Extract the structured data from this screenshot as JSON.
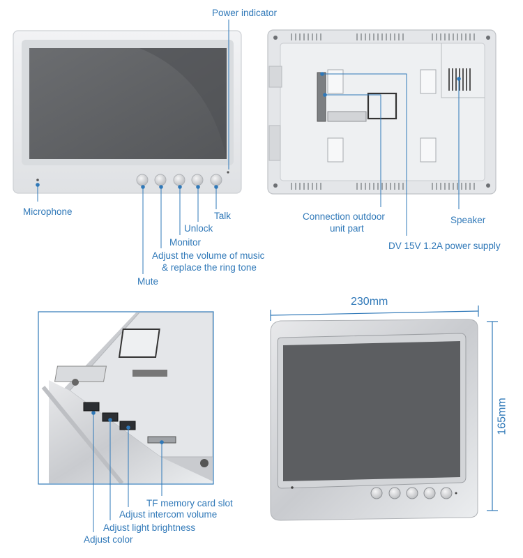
{
  "labels": {
    "power_indicator": "Power indicator",
    "microphone": "Microphone",
    "talk": "Talk",
    "unlock": "Unlock",
    "monitor": "Monitor",
    "volume_line1": "Adjust the volume of music",
    "volume_line2": "& replace the ring tone",
    "mute": "Mute",
    "connection_line1": "Connection outdoor",
    "connection_line2": "unit part",
    "speaker": "Speaker",
    "power_supply": "DV 15V  1.2A power supply",
    "tf_slot": "TF memory card slot",
    "intercom_volume": "Adjust intercom volume",
    "light_brightness": "Adjust light brightness",
    "adjust_color": "Adjust color"
  },
  "dimensions": {
    "width": "230mm",
    "height": "165mm"
  },
  "colors": {
    "accent": "#2f78b8",
    "frame": "#e9ebee",
    "screen": "#5f6164"
  },
  "icons": {
    "front_buttons": [
      "mute-icon",
      "music-note-icon",
      "monitor-icon",
      "key-icon",
      "talk-icon"
    ]
  }
}
